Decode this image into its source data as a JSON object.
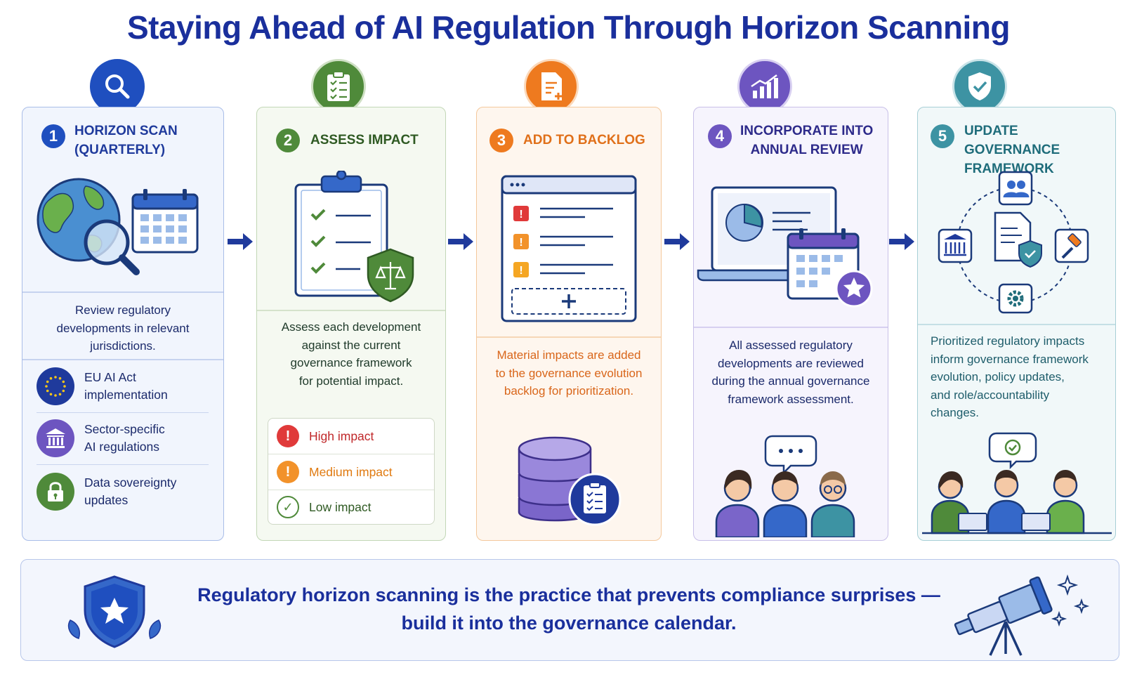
{
  "title": "Staying Ahead of AI Regulation Through Horizon Scanning",
  "steps": [
    {
      "number": "1",
      "heading_line1": "HORIZON SCAN",
      "heading_line2": "(QUARTERLY)",
      "description": [
        "Review regulatory",
        "developments in relevant",
        "jurisdictions."
      ],
      "sources": [
        {
          "line1": "EU AI Act",
          "line2": "implementation"
        },
        {
          "line1": "Sector-specific",
          "line2": "AI regulations"
        },
        {
          "line1": "Data sovereignty",
          "line2": "updates"
        }
      ]
    },
    {
      "number": "2",
      "heading_line1": "ASSESS IMPACT",
      "description": [
        "Assess each development",
        "against the current",
        "governance framework",
        "for potential impact."
      ],
      "impacts": [
        {
          "label": "High impact",
          "symbol": "!"
        },
        {
          "label": "Medium impact",
          "symbol": "!"
        },
        {
          "label": "Low impact",
          "symbol": "✓"
        }
      ]
    },
    {
      "number": "3",
      "heading_line1": "ADD TO BACKLOG",
      "description": [
        "Material impacts are added",
        "to the governance evolution",
        "backlog for prioritization."
      ]
    },
    {
      "number": "4",
      "heading_line1": "INCORPORATE INTO",
      "heading_line2": "ANNUAL REVIEW",
      "description": [
        "All assessed regulatory",
        "developments are reviewed",
        "during the annual governance",
        "framework assessment."
      ]
    },
    {
      "number": "5",
      "heading_line1": "UPDATE GOVERNANCE",
      "heading_line2": "FRAMEWORK",
      "description": [
        "Prioritized regulatory impacts",
        "inform governance framework",
        "evolution, policy updates,",
        "and role/accountability",
        "changes."
      ]
    }
  ],
  "banner": {
    "line1": "Regulatory horizon scanning is the practice that prevents compliance surprises —",
    "line2": "build it into the governance calendar."
  },
  "colors": {
    "title": "#1a2f9c",
    "step1": "#1f4fbf",
    "step2": "#4f8a3a",
    "step3": "#ee7a1f",
    "step4": "#6d55c0",
    "step5": "#3d93a3",
    "high": "#e03a3a",
    "medium": "#f2922a",
    "low": "#4f8a3a"
  },
  "icons": [
    "search-icon",
    "clipboard-icon",
    "document-add-icon",
    "bar-chart-icon",
    "shield-check-icon",
    "telescope-icon"
  ]
}
